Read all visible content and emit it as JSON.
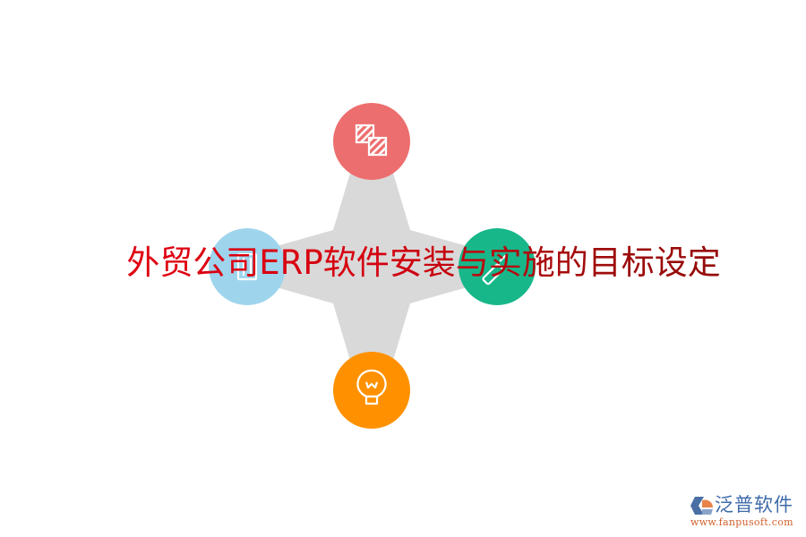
{
  "title": "外贸公司ERP软件安装与实施的目标设定",
  "diagram": {
    "type": "four-point-star",
    "center_color": "#d9d9d9",
    "nodes": [
      {
        "position": "top",
        "icon": "layers-striped-icon",
        "color": "#ed6e6e"
      },
      {
        "position": "left",
        "icon": "server-rack-icon",
        "color": "#9ed5ed"
      },
      {
        "position": "right",
        "icon": "pen-edit-icon",
        "color": "#17b78a"
      },
      {
        "position": "bottom",
        "icon": "lightbulb-icon",
        "color": "#ff9100"
      }
    ]
  },
  "logo": {
    "name": "泛普软件",
    "url": "www.fanpusoft.com"
  }
}
